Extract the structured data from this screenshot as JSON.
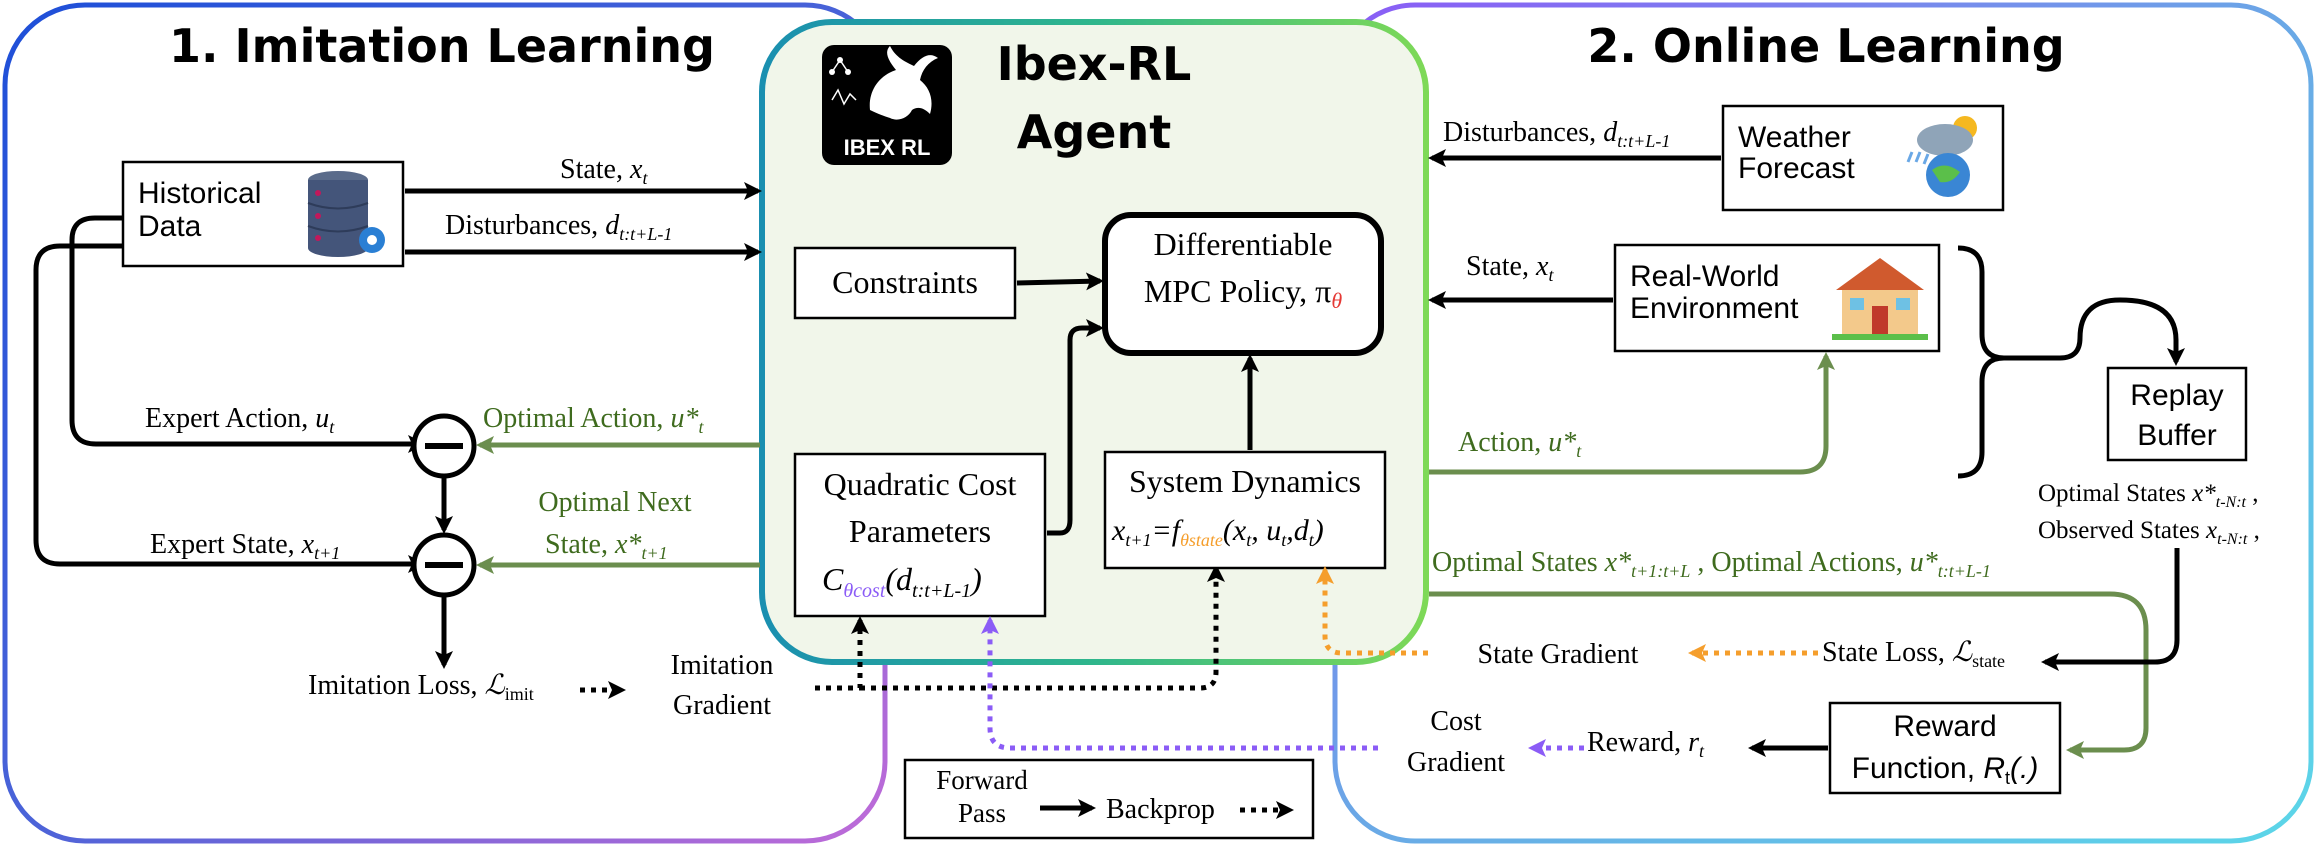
{
  "titles": {
    "imitation": "1. Imitation Learning",
    "online": "2. Online Learning",
    "agent_line1": "Ibex-RL",
    "agent_line2": "Agent",
    "logo_text": "IBEX RL"
  },
  "imitation": {
    "historical_line1": "Historical",
    "historical_line2": "Data",
    "state_label": "State, ",
    "state_var": "x",
    "state_sub": "t",
    "dist_label": "Disturbances, ",
    "dist_var": "d",
    "dist_sub": "t:t+L-1",
    "expert_action_label": "Expert Action, ",
    "expert_action_var": "u",
    "expert_action_sub": "t",
    "optimal_action_label": "Optimal Action, ",
    "optimal_action_var": "u*",
    "optimal_action_sub": "t",
    "optimal_next_line1": "Optimal Next",
    "optimal_next_label": "State, ",
    "optimal_next_var": "x*",
    "optimal_next_sub": "t+1",
    "expert_state_label": "Expert State, ",
    "expert_state_var": "x",
    "expert_state_sub": "t+1",
    "loss_label": "Imitation Loss, ",
    "loss_symbol": "ℒ",
    "loss_sub": "imit",
    "gradient_line1": "Imitation",
    "gradient_line2": "Gradient"
  },
  "agent": {
    "constraints": "Constraints",
    "mpc_line1": "Differentiable",
    "mpc_line2": "MPC Policy, π",
    "mpc_sub": "θ",
    "cost_line1": "Quadratic Cost",
    "cost_line2": "Parameters",
    "cost_var": "C",
    "cost_sub": "θcost",
    "cost_arg": "(d",
    "cost_arg_sub": "t:t+L-1",
    "cost_close": ")",
    "dyn_title": "System Dynamics",
    "dyn_lhs": "x",
    "dyn_lhs_sub": "t+1",
    "dyn_eq": "=f",
    "dyn_f_sub": "θstate",
    "dyn_args": "(x",
    "dyn_args_sub1": "t",
    "dyn_args2": ", u",
    "dyn_args_sub2": "t",
    "dyn_args3": ",d",
    "dyn_args_sub3": "t",
    "dyn_close": ")"
  },
  "online": {
    "weather_line1": "Weather",
    "weather_line2": "Forecast",
    "dist_label": "Disturbances, ",
    "dist_var": "d",
    "dist_sub": "t:t+L-1",
    "state_label": "State, ",
    "state_var": "x",
    "state_sub": "t",
    "env_line1": "Real-World",
    "env_line2": "Environment",
    "action_label": "Action, ",
    "action_var": "u*",
    "action_sub": "t",
    "replay_line1": "Replay",
    "replay_line2": "Buffer",
    "opt_states_label": "Optimal States ",
    "opt_states_var": "x*",
    "opt_states_sub": "t-N:t",
    "opt_states_tail": " ,",
    "obs_states_label": "Observed States ",
    "obs_states_var": "x",
    "obs_states_sub": "t-N:t",
    "obs_states_tail": " ,",
    "opt_traj_label1": "Optimal States ",
    "opt_traj_var1": "x*",
    "opt_traj_sub1": "t+1:t+L",
    "opt_traj_label2": " , Optimal Actions, ",
    "opt_traj_var2": "u*",
    "opt_traj_sub2": "t:t+L-1",
    "state_gradient": "State Gradient",
    "state_loss_label": "State Loss, ",
    "state_loss_symbol": "ℒ",
    "state_loss_sub": "state",
    "cost_gradient_line1": "Cost",
    "cost_gradient_line2": "Gradient",
    "reward_label": "Reward, ",
    "reward_var": "r",
    "reward_sub": "t",
    "reward_fn_line1": "Reward",
    "reward_fn_line2": "Function, ",
    "reward_fn_var": "R",
    "reward_fn_sub": "t",
    "reward_fn_tail": "(.)"
  },
  "legend": {
    "forward_line1": "Forward",
    "forward_line2": "Pass",
    "backprop": "Backprop"
  },
  "colors": {
    "black": "#000000",
    "green": "#6b8e4e",
    "green_text": "#3f6b1e",
    "purple": "#8b5cf6",
    "orange": "#f59e2c",
    "red": "#e53935",
    "agent_fill": "#f1f6ea"
  }
}
